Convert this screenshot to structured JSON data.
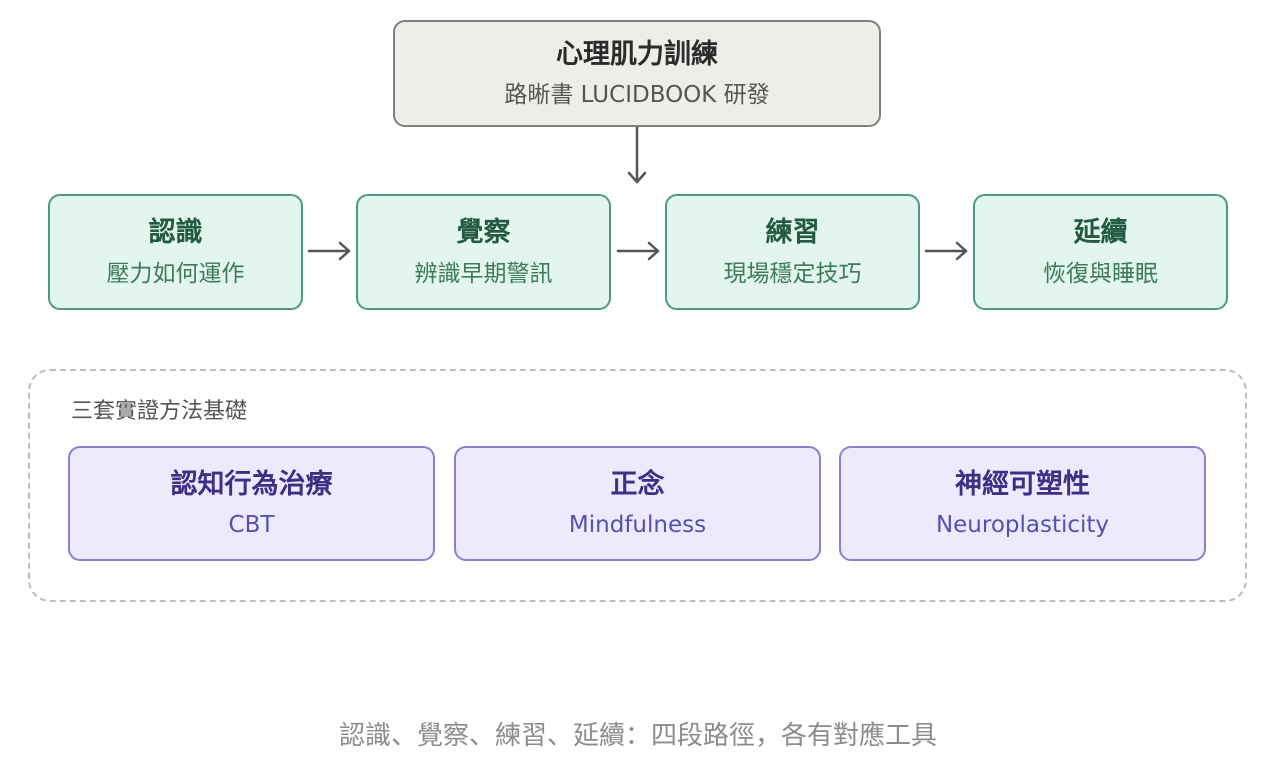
{
  "header": {
    "title": "心理肌力訓練",
    "subtitle": "路晰書 LUCIDBOOK 研發"
  },
  "steps": [
    {
      "title": "認識",
      "subtitle": "壓力如何運作"
    },
    {
      "title": "覺察",
      "subtitle": "辨識早期警訊"
    },
    {
      "title": "練習",
      "subtitle": "現場穩定技巧"
    },
    {
      "title": "延續",
      "subtitle": "恢復與睡眠"
    }
  ],
  "foundation": {
    "title": "三套實證方法基礎",
    "methods": [
      {
        "title": "認知行為治療",
        "subtitle": "CBT"
      },
      {
        "title": "正念",
        "subtitle": "Mindfulness"
      },
      {
        "title": "神經可塑性",
        "subtitle": "Neuroplasticity"
      }
    ]
  },
  "caption": "認識、覺察、練習、延續：四段路徑，各有對應工具",
  "colors": {
    "header_fill": "#eeede8",
    "step_fill": "#e2f5ee",
    "step_border": "#4f9b79",
    "method_fill": "#eceafd",
    "method_border": "#8a7fd0"
  }
}
